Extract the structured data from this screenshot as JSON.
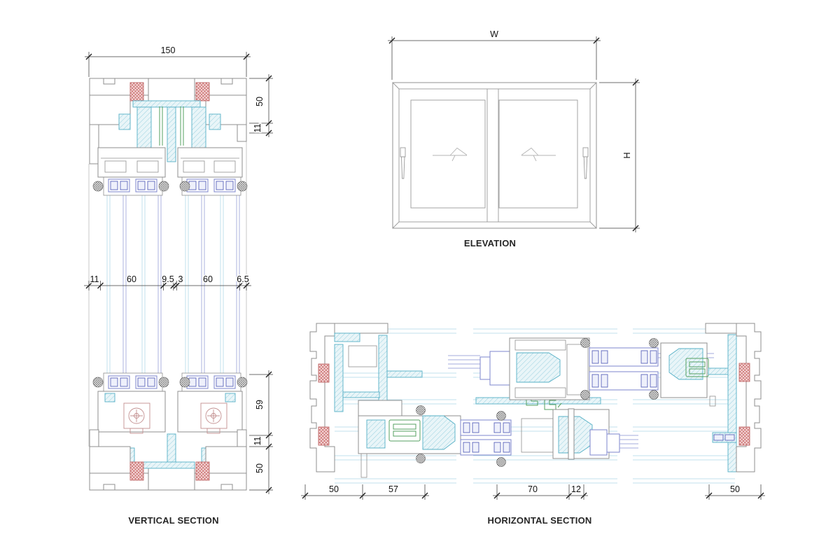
{
  "drawing": {
    "type": "aluminium sliding window sections",
    "background": "#ffffff"
  },
  "vertical_section": {
    "label": "VERTICAL SECTION",
    "dim_overall_width": "150",
    "dims_head": {
      "frame_height": "50",
      "overlap": "11"
    },
    "dims_chain": [
      "11",
      "60",
      "9.5",
      "3",
      "60",
      "6.5"
    ],
    "dims_sill": {
      "sash_height": "59",
      "overlap": "11",
      "frame_height": "50"
    }
  },
  "elevation": {
    "label": "ELEVATION",
    "dim_width": "W",
    "dim_height": "H"
  },
  "horizontal_section": {
    "label": "HORIZONTAL SECTION",
    "dims": [
      "50",
      "57",
      "70",
      "12",
      "50"
    ]
  },
  "colors": {
    "profile_outline": "#8f8f8f",
    "aluminium_hatch": "#9fd4e2",
    "aluminium_stroke": "#56b0c6",
    "glass_line": "#c2e2ec",
    "glazing_blue": "#7d86cc",
    "glazing_blue_dark": "#5a64bb",
    "gasket_red": "#c06a6a",
    "hardware_green": "#55a061",
    "roller_red": "#c39090",
    "dim_text": "#111111"
  }
}
